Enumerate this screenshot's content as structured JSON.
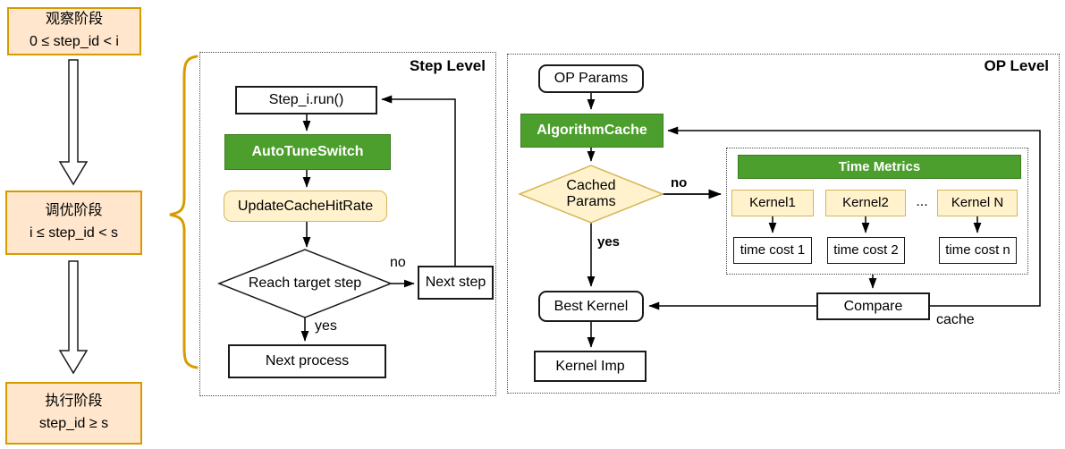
{
  "colors": {
    "green_fill": "#4C9E2D",
    "green_border": "#3B7D20",
    "cream_fill": "#FFF2CC",
    "cream_border": "#D6B656",
    "peach_fill": "#FFE6CC",
    "peach_border": "#D79B00",
    "brace": "#D79B00",
    "line": "#000000"
  },
  "phases": [
    {
      "title": "观察阶段",
      "formula": "0 ≤ step_id < i"
    },
    {
      "title": "调优阶段",
      "formula": "i ≤ step_id < s"
    },
    {
      "title": "执行阶段",
      "formula": "step_id ≥ s"
    }
  ],
  "step_level": {
    "title": "Step Level",
    "nodes": {
      "step_run": "Step_i.run()",
      "autotune_switch": "AutoTuneSwitch",
      "update_cache_hit_rate": "UpdateCacheHitRate",
      "reach_target_step": "Reach target step",
      "next_step": "Next step",
      "next_process": "Next process"
    },
    "edge_labels": {
      "no": "no",
      "yes": "yes"
    }
  },
  "op_level": {
    "title": "OP Level",
    "nodes": {
      "op_params": "OP Params",
      "algorithm_cache": "AlgorithmCache",
      "cached_params": "Cached Params",
      "best_kernel": "Best Kernel",
      "kernel_imp": "Kernel Imp",
      "compare": "Compare"
    },
    "time_metrics": {
      "title": "Time Metrics",
      "kernels": [
        "Kernel1",
        "Kernel2",
        "Kernel N"
      ],
      "dots": "...",
      "time_costs": [
        "time cost 1",
        "time cost 2",
        "time cost n"
      ]
    },
    "edge_labels": {
      "no": "no",
      "yes": "yes",
      "cache": "cache"
    }
  }
}
